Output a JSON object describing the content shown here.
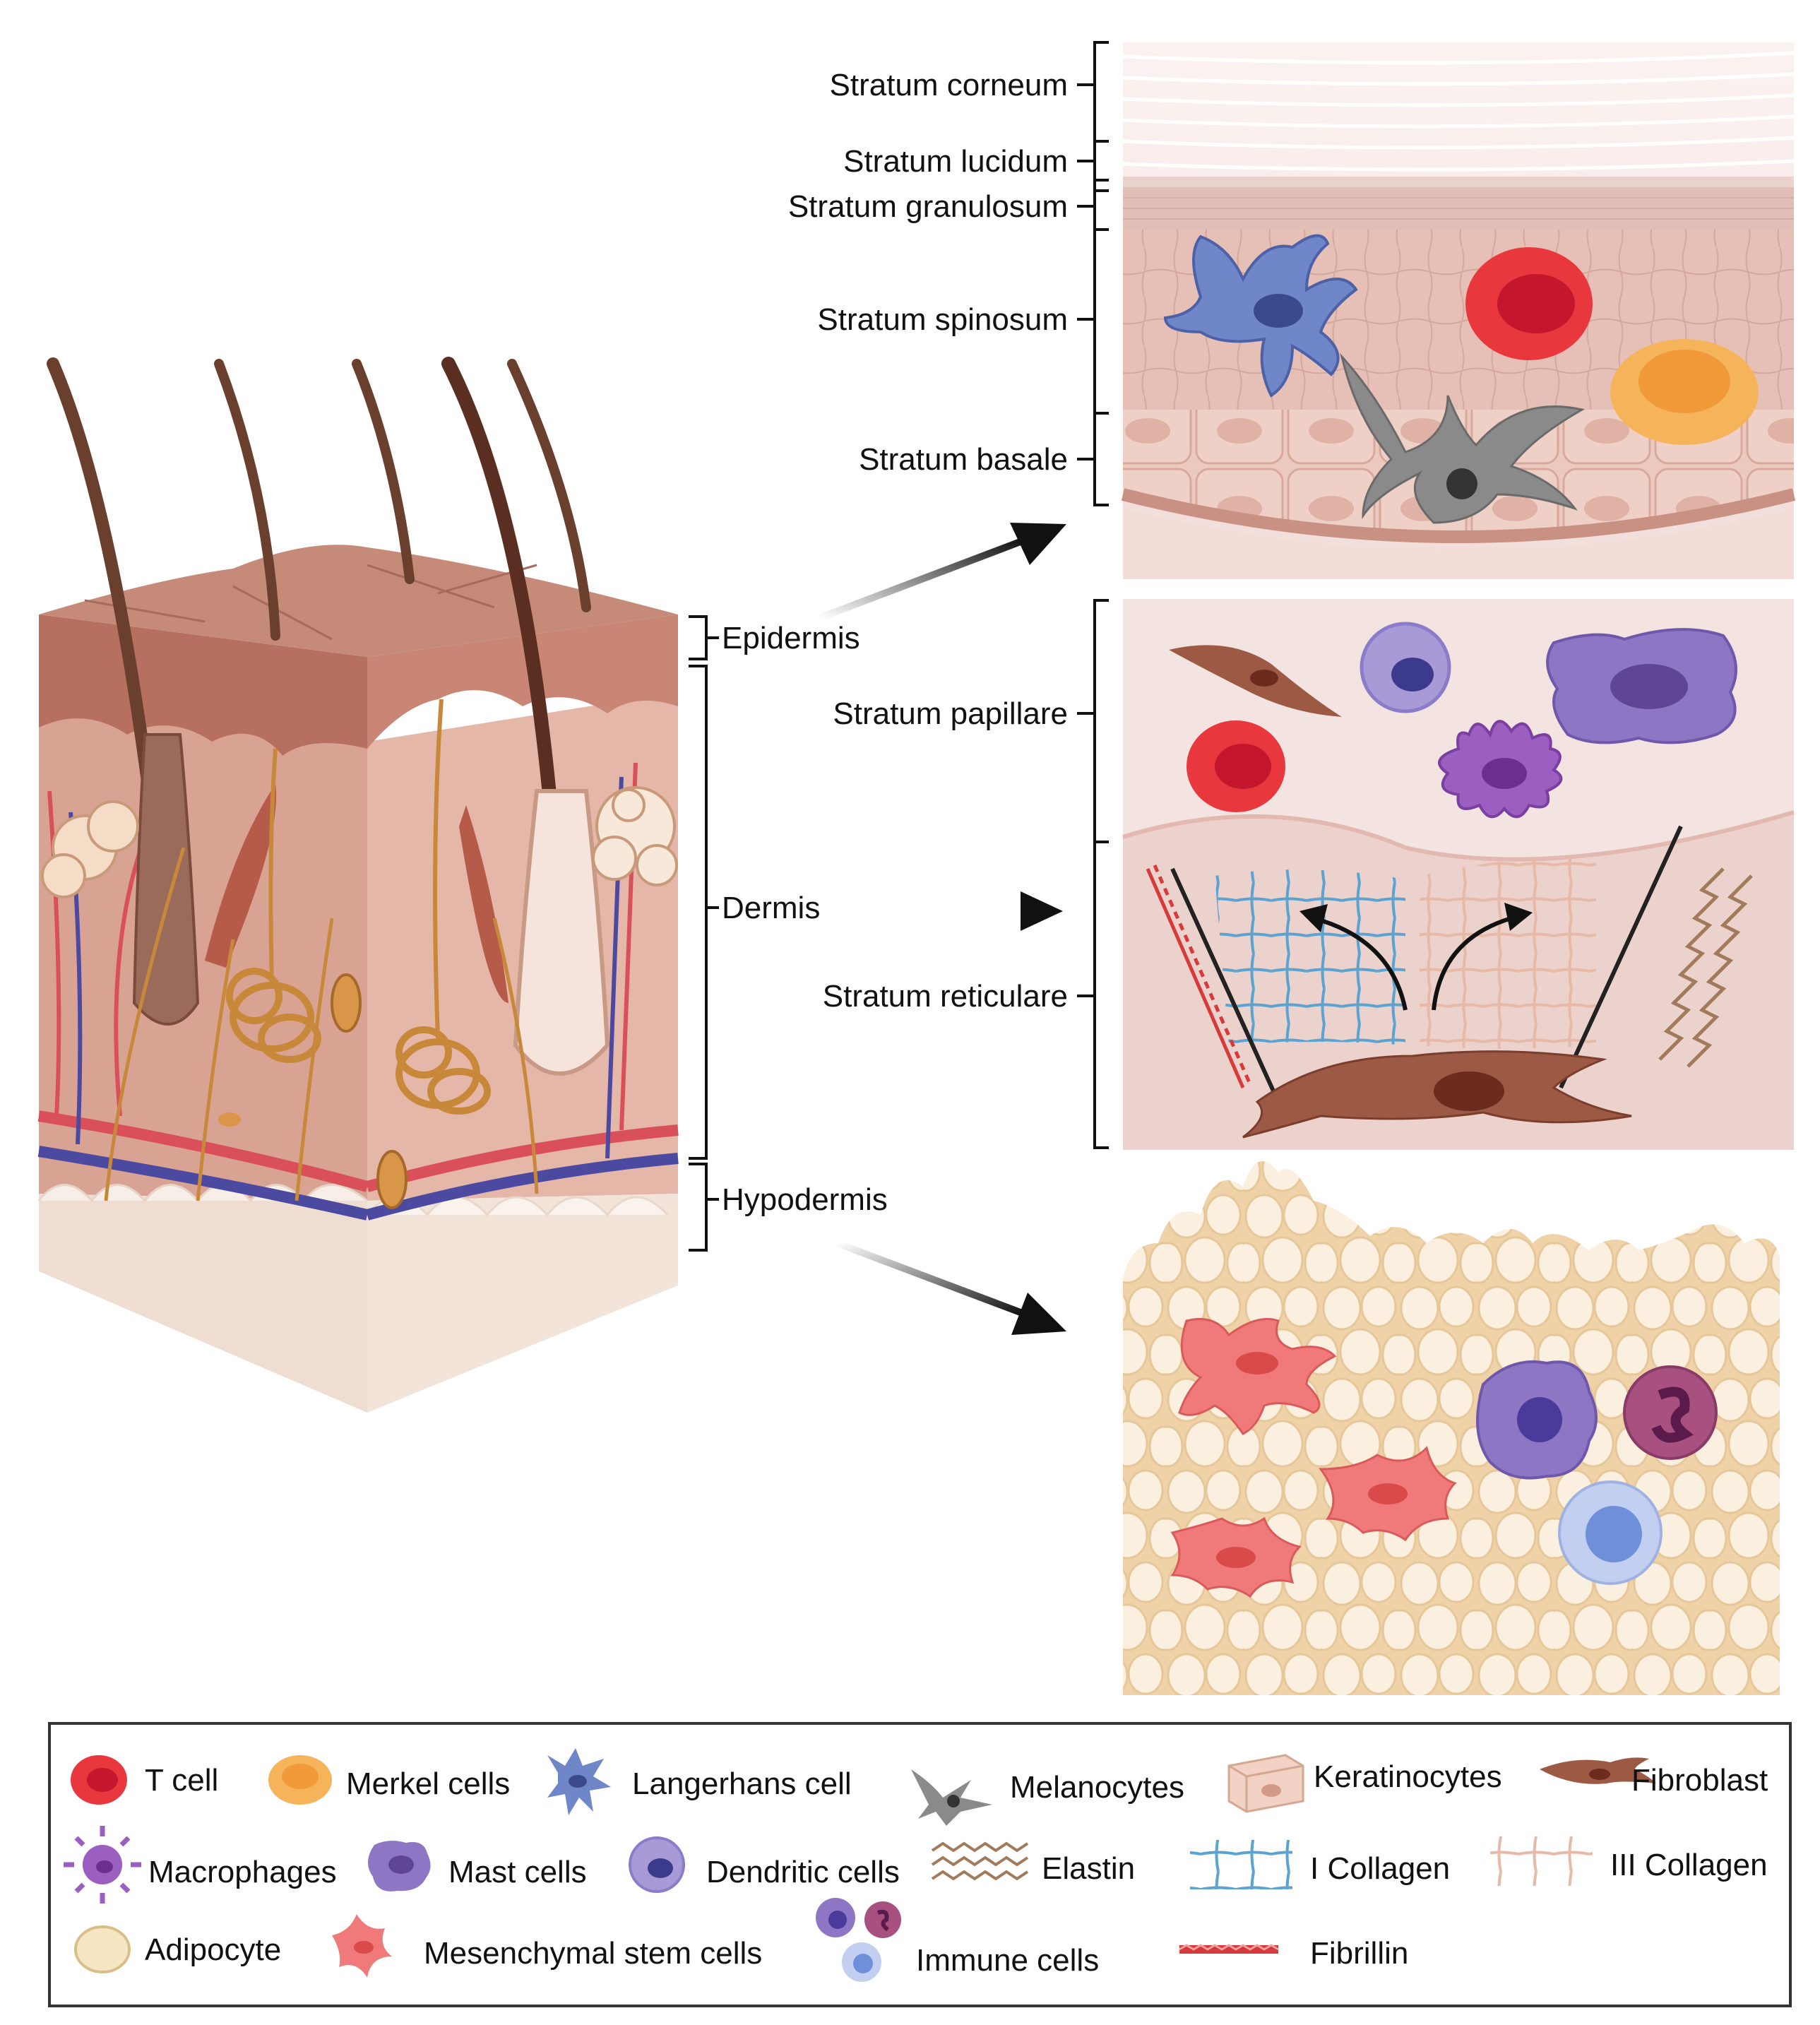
{
  "layers": {
    "epidermis": "Epidermis",
    "dermis": "Dermis",
    "hypodermis": "Hypodermis"
  },
  "epidermis_strata": {
    "corneum": "Stratum corneum",
    "lucidum": "Stratum lucidum",
    "granulosum": "Stratum granulosum",
    "spinosum": "Stratum spinosum",
    "basale": "Stratum basale"
  },
  "dermis_strata": {
    "papillare": "Stratum papillare",
    "reticulare": "Stratum reticulare"
  },
  "legend": {
    "t_cell": "T cell",
    "merkel": "Merkel cells",
    "langerhans": "Langerhans cell",
    "melanocytes": "Melanocytes",
    "keratinocytes": "Keratinocytes",
    "fibroblast": "Fibroblast",
    "macrophages": "Macrophages",
    "mast": "Mast cells",
    "dendritic": "Dendritic cells",
    "elastin": "Elastin",
    "collagen1": "I Collagen",
    "collagen3": "III Collagen",
    "adipocyte": "Adipocyte",
    "msc": "Mesenchymal stem cells",
    "immune": "Immune cells",
    "fibrillin": "Fibrillin"
  },
  "colors": {
    "t_cell": "#e8383d",
    "merkel": "#f5b45a",
    "langerhans": "#6f86c9",
    "melanocyte": "#8a8a8a",
    "fibroblast": "#9c5a45",
    "macrophage": "#9a5fc0",
    "mast": "#8d76c4",
    "dendritic": "#8a7cc8",
    "adipocyte": "#f6e6c4",
    "msc": "#f07a7a",
    "collagen1": "#5ba3d0",
    "collagen3": "#e8b8a8",
    "elastin": "#a07a5a",
    "fibrillin": "#d63a3a"
  }
}
